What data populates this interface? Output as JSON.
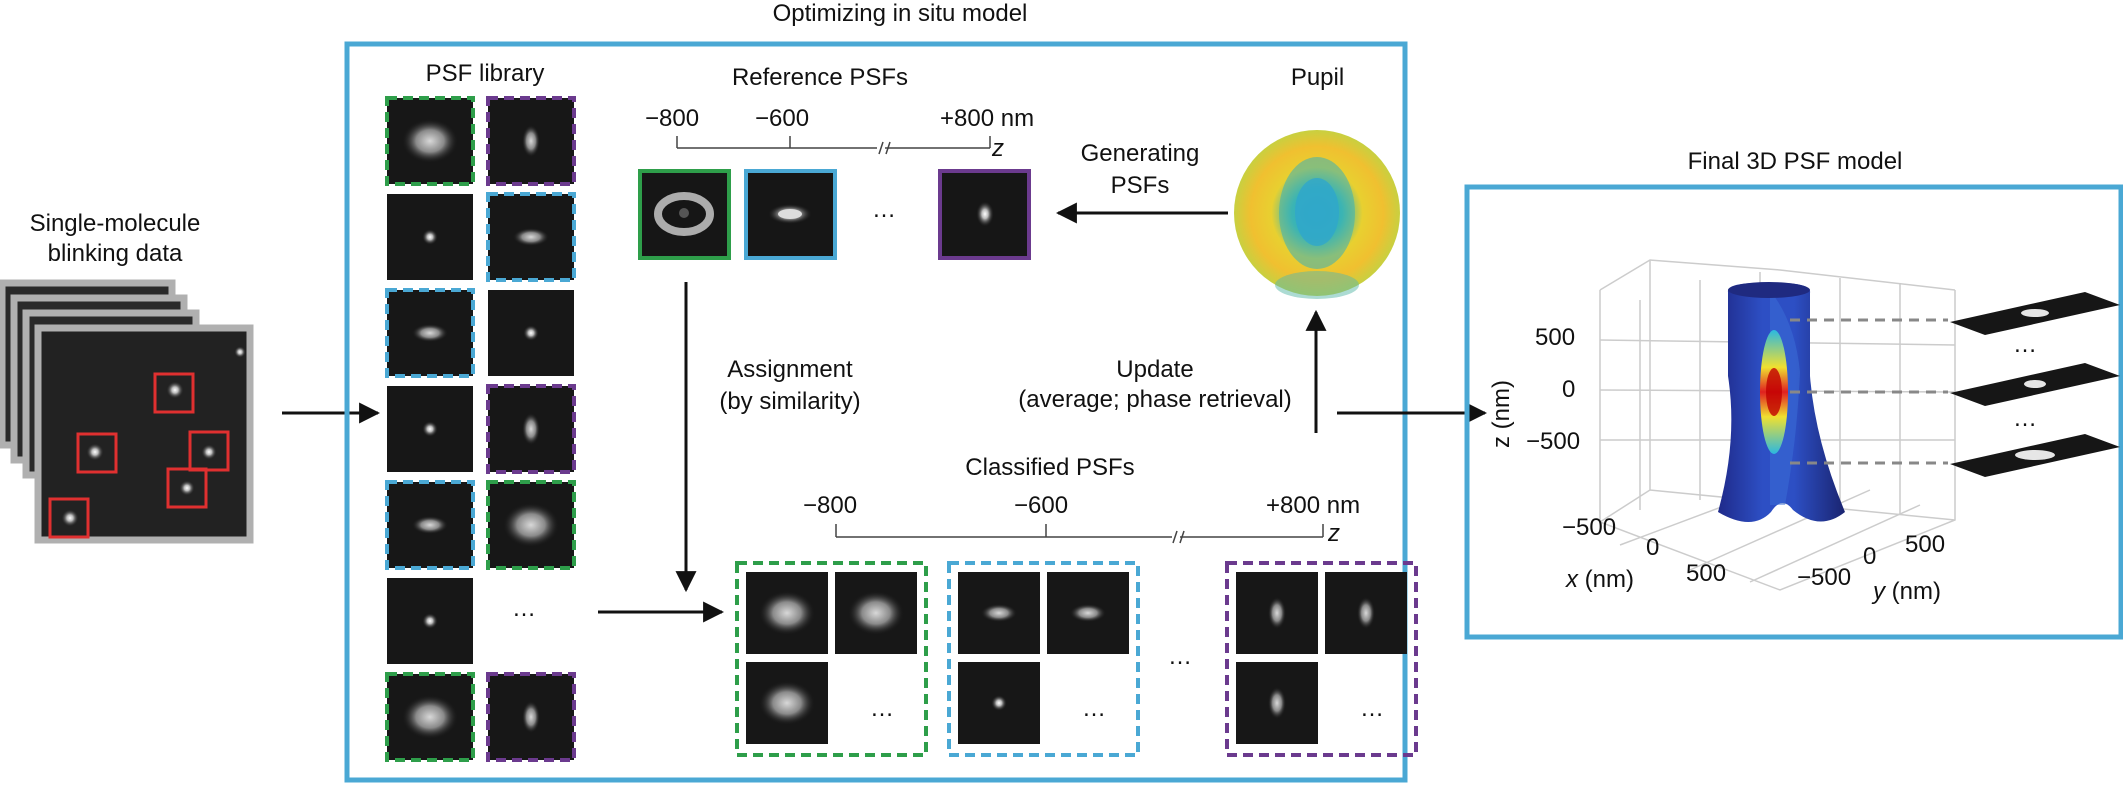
{
  "top_title": "Optimizing in situ model",
  "left": {
    "title_line1": "Single-molecule",
    "title_line2": "blinking data"
  },
  "library": {
    "title": "PSF library",
    "ellipsis": "…"
  },
  "reference": {
    "title": "Reference PSFs",
    "ticks": [
      "−800",
      "−600",
      "+800 nm"
    ],
    "axis": "z",
    "ellipsis": "…"
  },
  "pupil": {
    "title": "Pupil"
  },
  "generating": {
    "line1": "Generating",
    "line2": "PSFs"
  },
  "assignment": {
    "line1": "Assignment",
    "line2": "(by similarity)"
  },
  "update": {
    "line1": "Update",
    "line2": "(average; phase retrieval)"
  },
  "classified": {
    "title": "Classified PSFs",
    "ticks": [
      "−800",
      "−600",
      "+800 nm"
    ],
    "axis": "z",
    "ellipsis": "…"
  },
  "final": {
    "title": "Final 3D PSF model",
    "z_label": "z (nm)",
    "z_ticks": [
      "500",
      "0",
      "−500"
    ],
    "x_label": "x (nm)",
    "x_ticks": [
      "−500",
      "0",
      "500"
    ],
    "y_label": "y (nm)",
    "y_ticks": [
      "−500",
      "0",
      "500"
    ],
    "ellipsis": "…"
  },
  "colors": {
    "frame_blue": "#4aa8d4",
    "green": "#2e9e4a",
    "blue": "#4aa8d4",
    "purple": "#6b3a8e",
    "red": "#e03030"
  }
}
